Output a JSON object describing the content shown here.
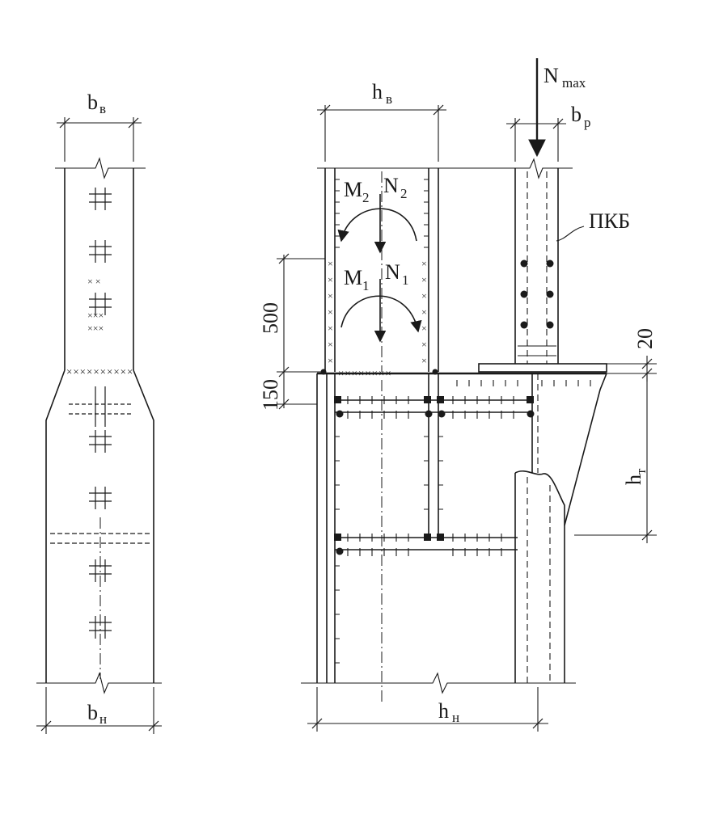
{
  "labels": {
    "b_upper": "b",
    "b_upper_sub": "в",
    "b_lower": "b",
    "b_lower_sub": "н",
    "h_upper": "h",
    "h_upper_sub": "в",
    "h_lower": "h",
    "h_lower_sub": "н",
    "b_p": "b",
    "b_p_sub": "р",
    "h_t": "h",
    "h_t_sub": "т",
    "n_max": "N",
    "n_max_sub": "max",
    "m2": "M",
    "m2_sub": "2",
    "n2": "N",
    "n2_sub": "2",
    "m1": "M",
    "m1_sub": "1",
    "n1": "N",
    "n1_sub": "1",
    "pkb": "ПКБ",
    "dim_500": "500",
    "dim_150": "150",
    "dim_20": "20"
  }
}
